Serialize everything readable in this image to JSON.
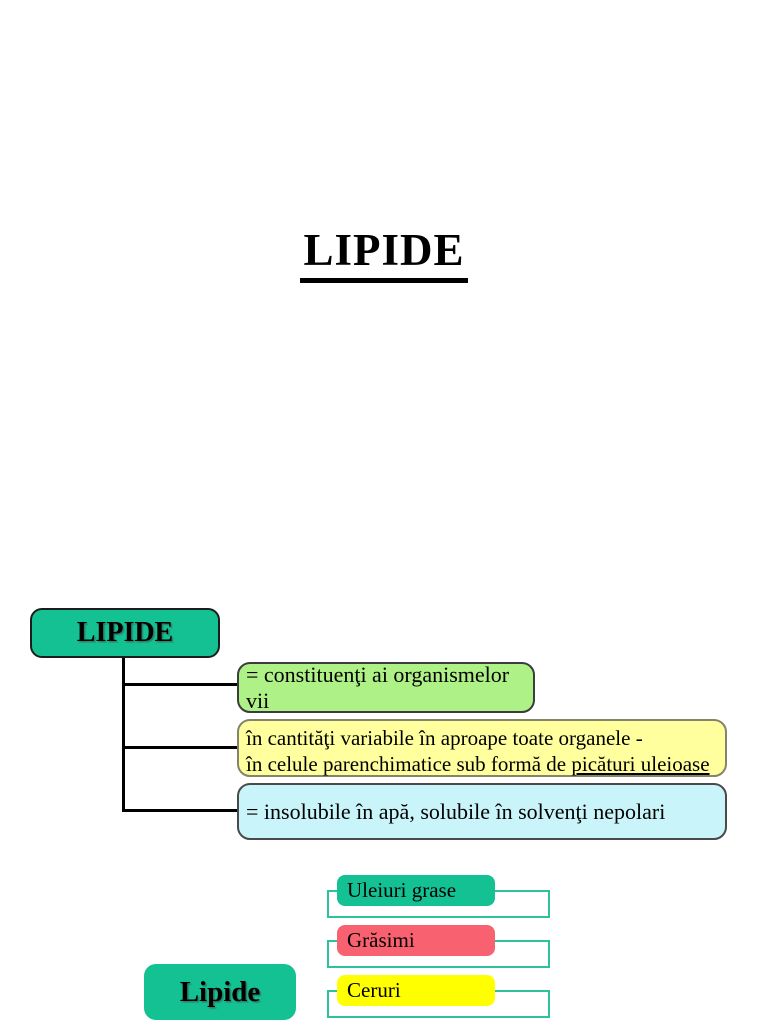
{
  "page": {
    "title": "LIPIDE"
  },
  "diagram": {
    "root_label": "LIPIDE",
    "branches": [
      {
        "text": "= constituenţi ai organismelor vii",
        "color": "#aef287"
      },
      {
        "line1": "în cantităţi variabile în aproape toate organele -",
        "line2_prefix": "în celule parenchimatice sub formă de ",
        "line2_underlined": "picături uleioase",
        "color": "#ffff9e"
      },
      {
        "text": "= insolubile în apă, solubile în solvenţi nepolari",
        "color": "#c9f4f9"
      }
    ]
  },
  "classification": {
    "root_label": "Lipide",
    "items": [
      {
        "label": "Uleiuri grase",
        "color": "#13c192"
      },
      {
        "label": "Grăsimi",
        "color": "#f8616f"
      },
      {
        "label": "Ceruri",
        "color": "#ffff00"
      }
    ]
  },
  "colors": {
    "teal": "#13c192",
    "light_green": "#aef287",
    "light_yellow": "#ffff9e",
    "light_blue": "#c9f4f9",
    "red": "#f8616f",
    "yellow": "#ffff00",
    "outline_teal": "#2cc39b",
    "line_black": "#000000"
  }
}
